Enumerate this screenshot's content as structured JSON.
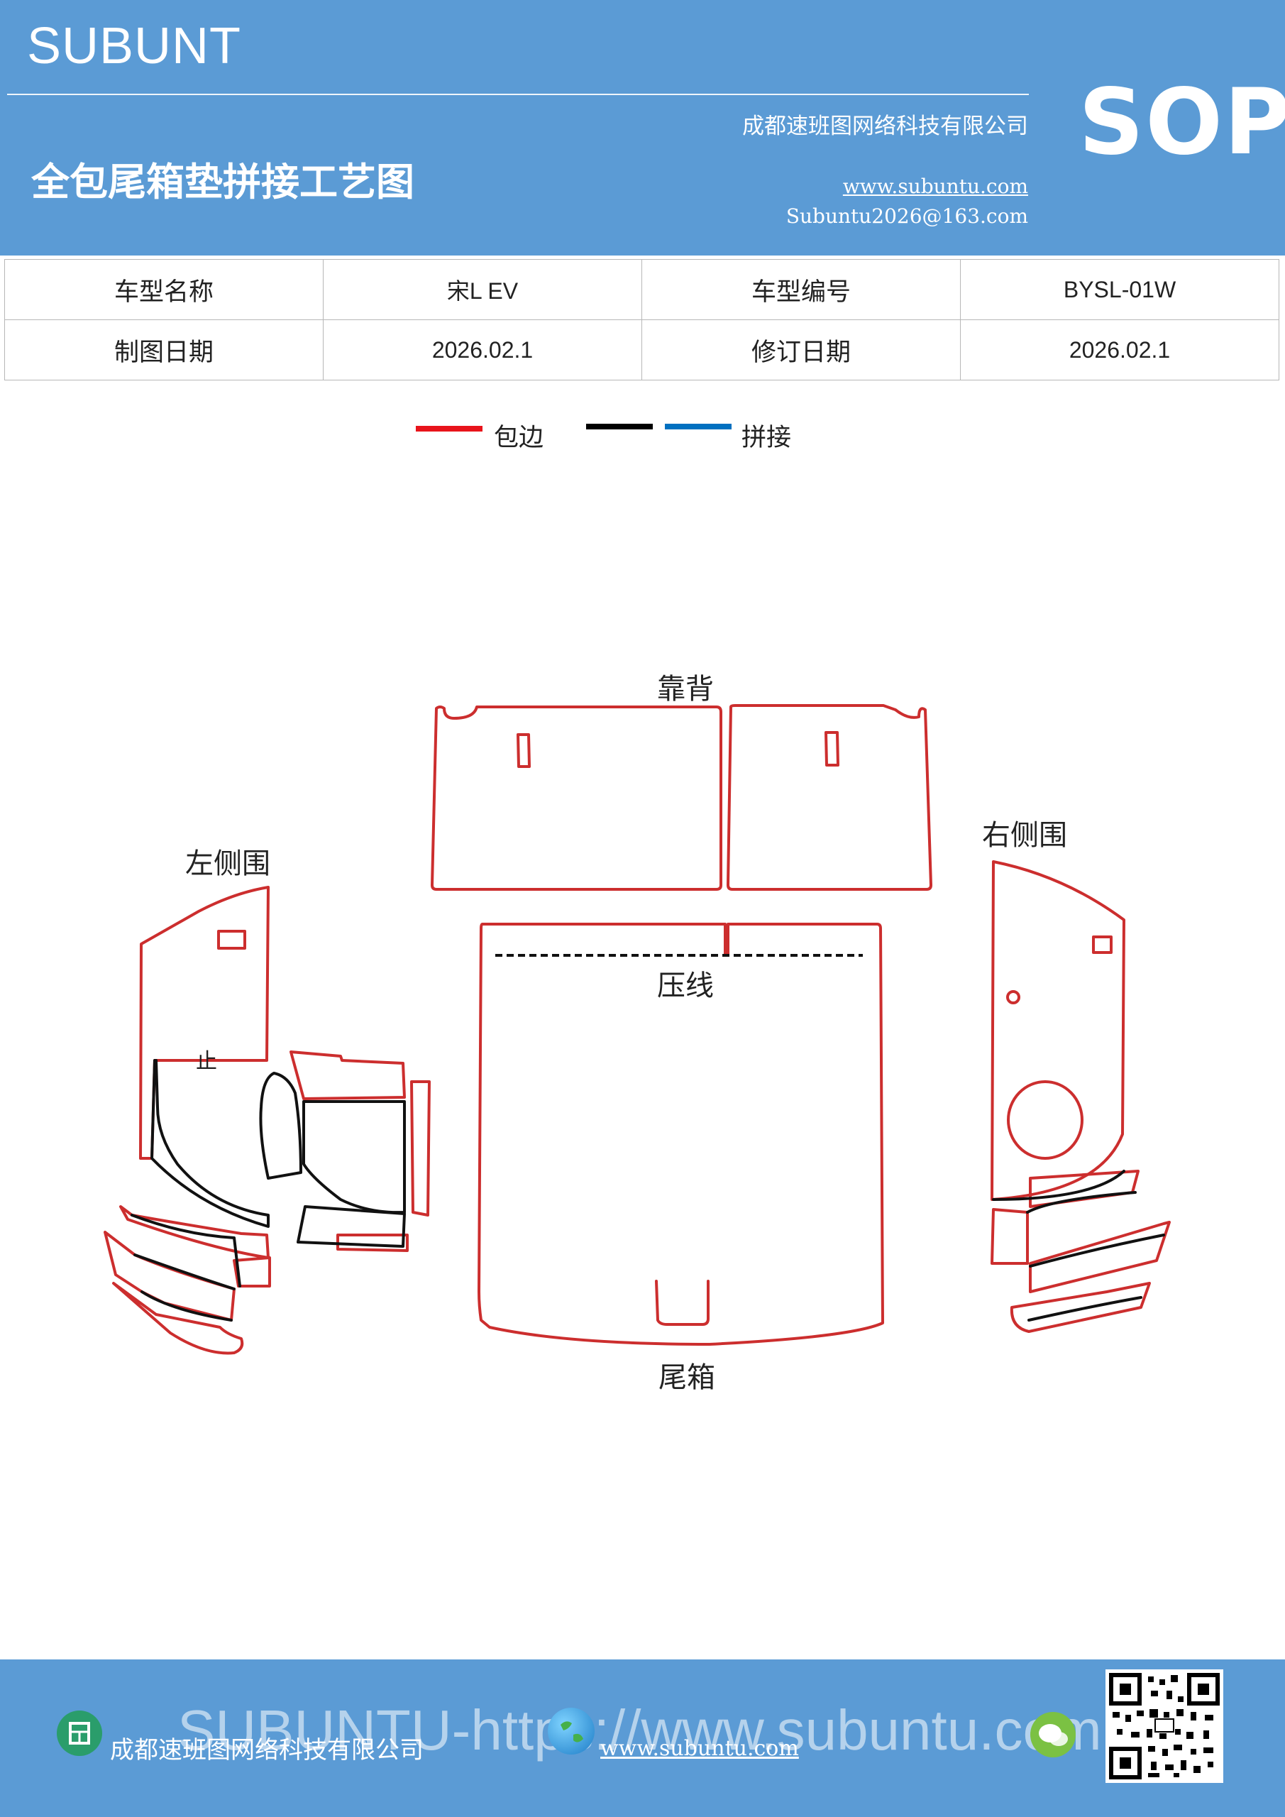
{
  "header": {
    "brand": "SUBUNT",
    "title": "全包尾箱垫拼接工艺图",
    "company": "成都速班图网络科技有限公司",
    "website": "www.subuntu.com",
    "email": "Subuntu2026@163.com",
    "badge": "SOP",
    "background_color": "#5b9bd5"
  },
  "info_table": {
    "rows": [
      {
        "label1": "车型名称",
        "value1": "宋L EV",
        "label2": "车型编号",
        "value2": "BYSL-01W"
      },
      {
        "label1": "制图日期",
        "value1": "2026.02.1",
        "label2": "修订日期",
        "value2": "2026.02.1"
      }
    ]
  },
  "legend": {
    "items": [
      {
        "label": "包边",
        "colors": [
          "#e8141b"
        ]
      },
      {
        "label": "拼接",
        "colors": [
          "#000000",
          "#0070c0"
        ]
      }
    ]
  },
  "diagram": {
    "labels": {
      "backrest": "靠背",
      "left_side": "左侧围",
      "right_side": "右侧围",
      "trunk": "尾箱",
      "crease": "压线",
      "small_mark": "止"
    },
    "colors": {
      "binding": "#cc2e2e",
      "seam": "#111111",
      "crease": "#111111"
    }
  },
  "footer": {
    "watermark": "SUBUNTU-https://www.subuntu.com",
    "company": "成都速班图网络科技有限公司",
    "website": "www.subuntu.com",
    "icons": [
      "building-icon",
      "globe-icon",
      "wechat-icon",
      "qr-code"
    ]
  }
}
